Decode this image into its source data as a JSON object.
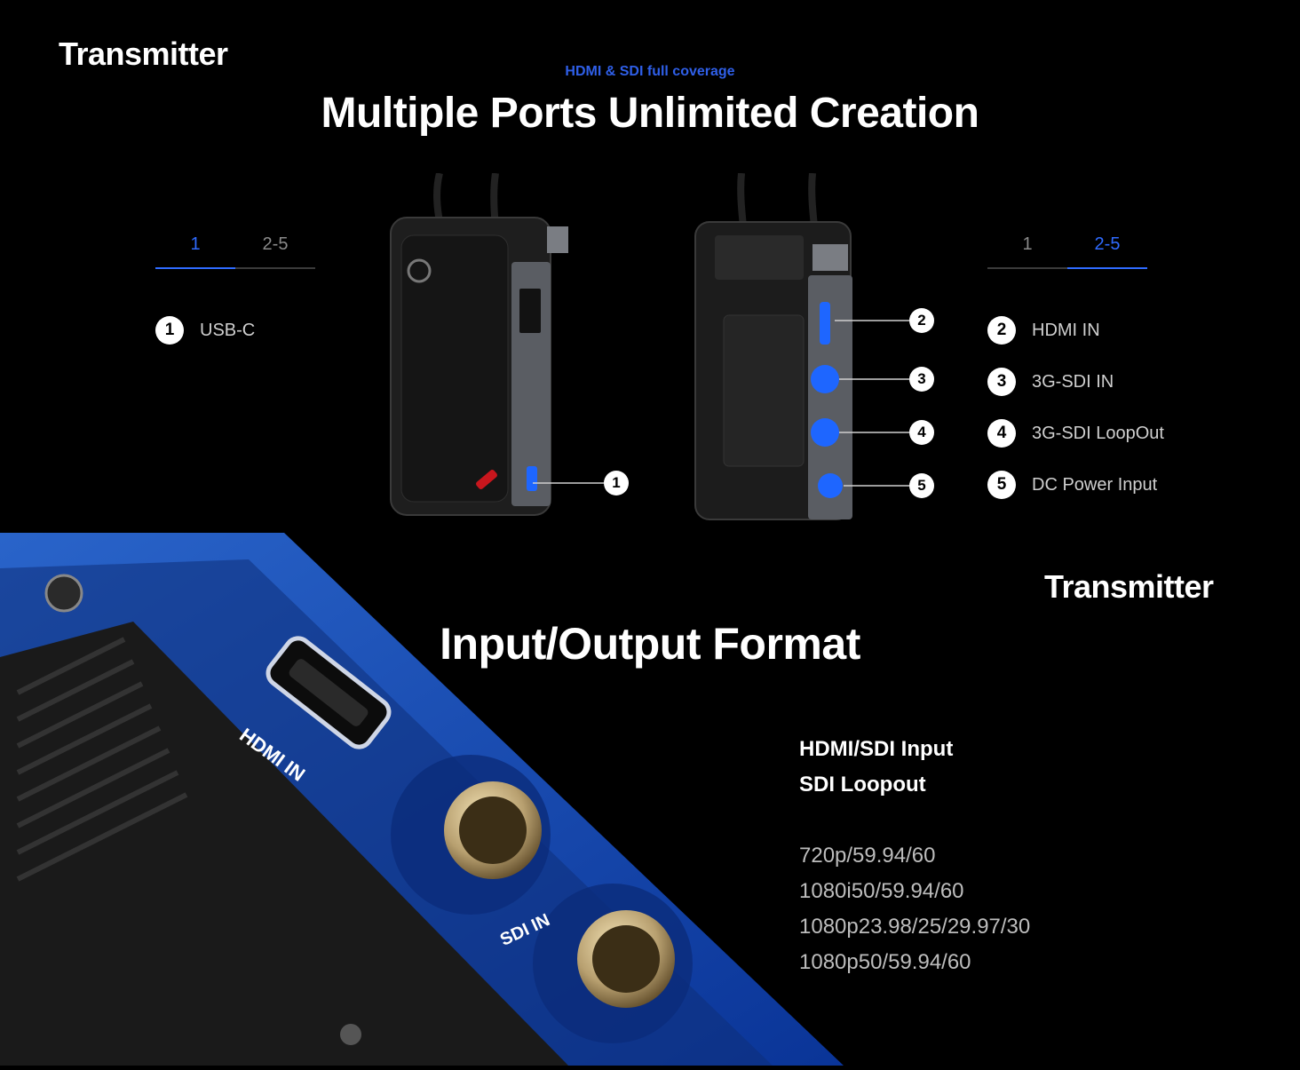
{
  "header": {
    "brand": "Transmitter",
    "eyebrow": "HDMI & SDI full coverage",
    "title": "Multiple Ports Unlimited Creation"
  },
  "left_panel": {
    "tabs": [
      {
        "label": "1",
        "active": true
      },
      {
        "label": "2-5",
        "active": false
      }
    ],
    "ports": [
      {
        "num": "1",
        "label": "USB-C"
      }
    ]
  },
  "right_panel": {
    "tabs": [
      {
        "label": "1",
        "active": false
      },
      {
        "label": "2-5",
        "active": true
      }
    ],
    "ports": [
      {
        "num": "2",
        "label": "HDMI IN"
      },
      {
        "num": "3",
        "label": "3G-SDI IN"
      },
      {
        "num": "4",
        "label": "3G-SDI LoopOut"
      },
      {
        "num": "5",
        "label": "DC Power Input"
      }
    ]
  },
  "callouts": {
    "front": [
      "1"
    ],
    "back": [
      "2",
      "3",
      "4",
      "5"
    ]
  },
  "device_labels": {
    "hdmi": "HDMI IN",
    "sdi": "SDI IN"
  },
  "format_section": {
    "brand": "Transmitter",
    "title": "Input/Output Format",
    "heading_lines": [
      "HDMI/SDI Input",
      "SDI Loopout"
    ],
    "formats": [
      "720p/59.94/60",
      "1080i50/59.94/60",
      "1080p23.98/25/29.97/30",
      "1080p50/59.94/60"
    ]
  },
  "colors": {
    "accent": "#2f6bff",
    "eyebrow": "#2f5fe8",
    "background": "#000000"
  }
}
